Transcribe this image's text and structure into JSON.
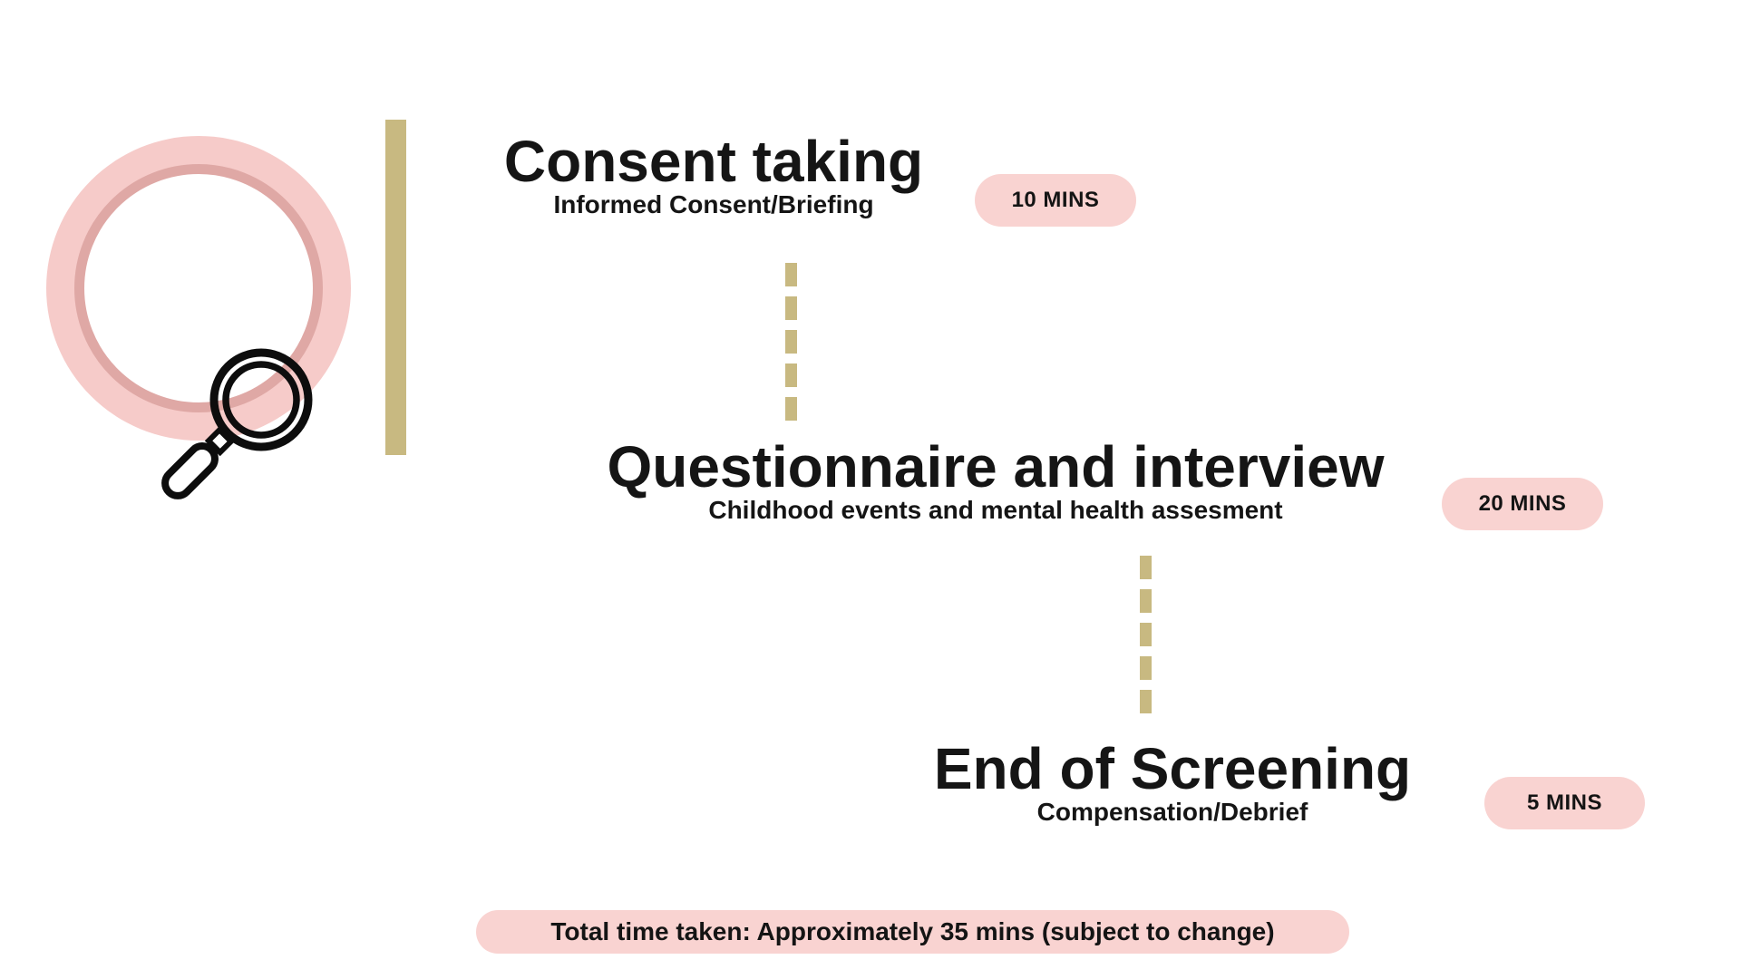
{
  "colors": {
    "pink_light": "#f6cbc9",
    "pink_ring": "#dfa8a5",
    "pink_badge": "#f9d3d1",
    "gold": "#c8b981",
    "text": "#151515"
  },
  "icon": {
    "name": "magnifying-glass-icon"
  },
  "steps": [
    {
      "title": "Consent taking",
      "subtitle": "Informed Consent/Briefing",
      "duration": "10 MINS"
    },
    {
      "title": "Questionnaire and interview",
      "subtitle": "Childhood events and mental health assesment",
      "duration": "20 MINS"
    },
    {
      "title": "End of Screening",
      "subtitle": "Compensation/Debrief",
      "duration": "5 MINS"
    }
  ],
  "footer": {
    "total_label": "Total time taken: Approximately 35 mins (subject to change)"
  }
}
